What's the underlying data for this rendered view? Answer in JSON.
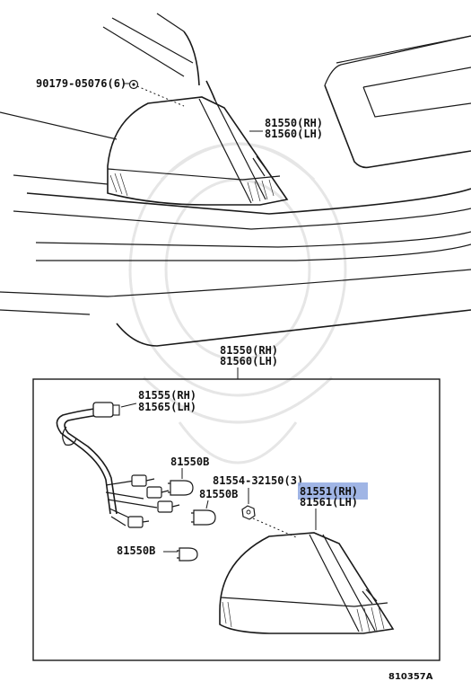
{
  "diagram_id": "810357A",
  "highlight_color": "#8fa8e0",
  "callouts": {
    "clip_part": "90179-05076(6)",
    "upper_assembly_rh": "81550(RH)",
    "upper_assembly_lh": "81560(LH)",
    "box_assembly_rh": "81550(RH)",
    "box_assembly_lh": "81560(LH)",
    "socket_wire_rh": "81555(RH)",
    "socket_wire_lh": "81565(LH)",
    "bulb_top": "81550B",
    "bulb_mid": "81550B",
    "bulb_bottom": "81550B",
    "nut": "81554-32150(3)",
    "lens_rh": "81551(RH)",
    "lens_lh": "81561(LH)"
  }
}
